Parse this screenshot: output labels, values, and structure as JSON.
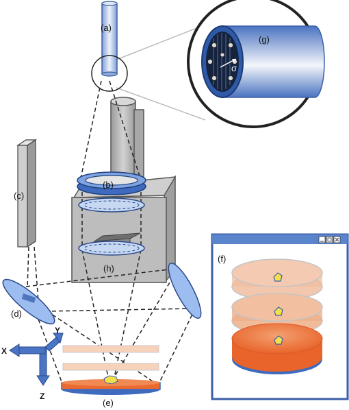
{
  "labels": {
    "a": "(a)",
    "b": "(b)",
    "c": "(c)",
    "d": "(d)",
    "e": "(e)",
    "f": "(f)",
    "g": "(g)",
    "h": "(h)"
  },
  "axes": {
    "x": "X",
    "y": "Y",
    "z": "Z"
  },
  "inset_window": {
    "controls": [
      "minimize",
      "maximize",
      "close"
    ]
  },
  "colors": {
    "fiber_blue": "#7a9fd8",
    "lens_blue": "#9dbcf0",
    "housing_gray": "#b5b5b5",
    "sample_orange": "#ec6a2e",
    "sample_light": "#f5b58f",
    "spot_yellow": "#f4e04a"
  }
}
